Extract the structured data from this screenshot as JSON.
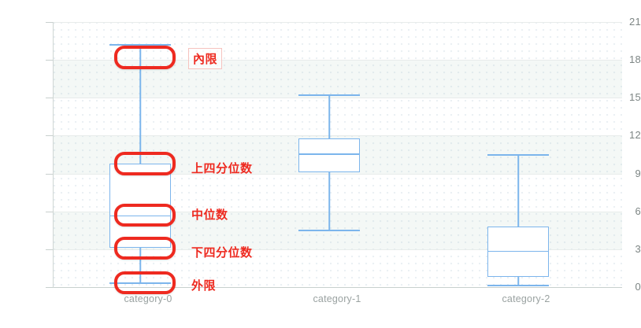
{
  "chart_data": {
    "type": "box",
    "title": "",
    "subtitle": "",
    "xlabel": "",
    "ylabel": "",
    "categories": [
      "category-0",
      "category-1",
      "category-2"
    ],
    "ylim": [
      0,
      21
    ],
    "yticks": [
      0,
      3,
      6,
      9,
      12,
      15,
      18,
      21
    ],
    "grid": true,
    "legend": "none",
    "series": [
      {
        "name": "boxplot",
        "color": "#7cb5ec",
        "boxes": [
          {
            "category": "category-0",
            "low": 0.3,
            "q1": 3.1,
            "median": 5.7,
            "q3": 9.8,
            "high": 18.2
          },
          {
            "category": "category-1",
            "low": 4.5,
            "q1": 8.7,
            "median": 10.2,
            "q3": 11.4,
            "high": 15.2
          },
          {
            "category": "category-2",
            "low": 0.8,
            "q1": 0.8,
            "median": 2.9,
            "q3": 4.8,
            "high": 10.5
          }
        ]
      }
    ],
    "annotations": [
      {
        "id": "inner-limit",
        "label": "內限",
        "value": 18.2,
        "target": "category-0 upper whisker cap"
      },
      {
        "id": "upper-quartile",
        "label": "上四分位数",
        "value": 9.8,
        "target": "category-0 Q3"
      },
      {
        "id": "median",
        "label": "中位数",
        "value": 5.7,
        "target": "category-0 median"
      },
      {
        "id": "lower-quartile",
        "label": "下四分位数",
        "value": 3.1,
        "target": "category-0 Q1"
      },
      {
        "id": "outer-limit",
        "label": "外限",
        "value": 0.3,
        "target": "category-0 lower whisker cap"
      }
    ]
  },
  "axis": {
    "y_tick_labels": [
      "21",
      "18",
      "15",
      "12",
      "9",
      "6",
      "3",
      "0"
    ],
    "x_tick_labels": [
      "category-0",
      "category-1",
      "category-2"
    ]
  },
  "colors": {
    "box_stroke": "#7cb5ec",
    "annotation": "#ee2a20",
    "axis_text": "#7d8584",
    "category_text": "#9aa2a1",
    "band": "#f4f8f6"
  }
}
